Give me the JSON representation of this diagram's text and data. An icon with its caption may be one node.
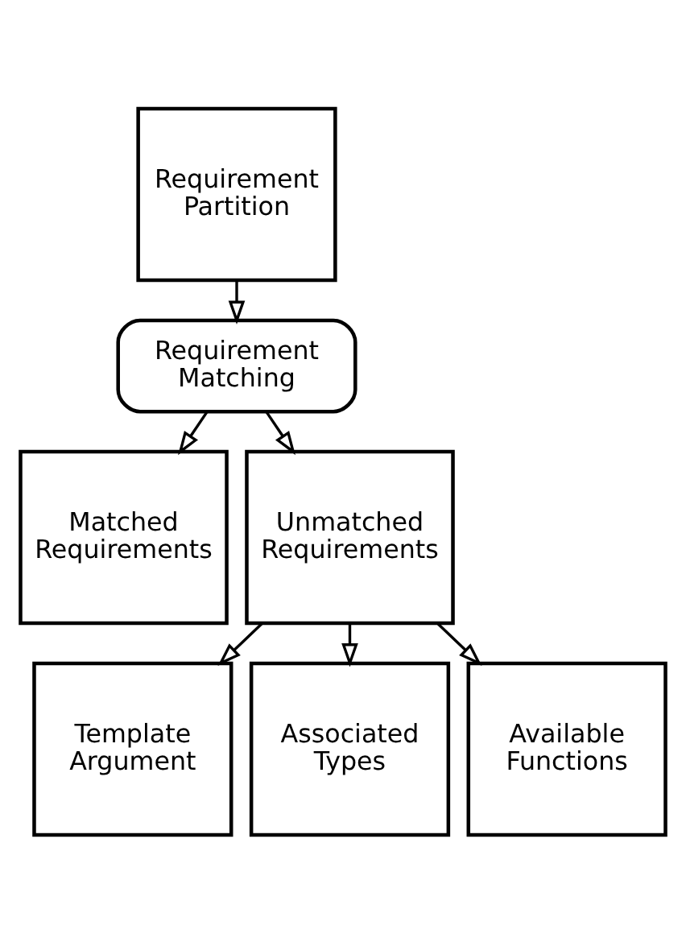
{
  "diagram": {
    "nodes": [
      {
        "text": [
          "Requirement Partition"
        ]
      },
      {
        "text": [
          "Requirement Matching"
        ]
      },
      {
        "text": [
          "Matched Requirements"
        ]
      },
      {
        "text": [
          "Unmatched Requirements"
        ]
      },
      {
        "text": [
          "Template Argument"
        ]
      },
      {
        "text": [
          "Associated Types"
        ]
      },
      {
        "text": [
          "Available Functions"
        ]
      }
    ],
    "edges": [
      {
        "from": 0,
        "to": 1,
        "arrow": "to"
      },
      {
        "from": 1,
        "to": 2,
        "arrow": "to"
      },
      {
        "from": 1,
        "to": 3,
        "arrow": "to"
      },
      {
        "from": 3,
        "to": 4,
        "arrow": "to"
      },
      {
        "from": 3,
        "to": 5,
        "arrow": "to"
      },
      {
        "from": 3,
        "to": 6,
        "arrow": "to"
      }
    ]
  }
}
